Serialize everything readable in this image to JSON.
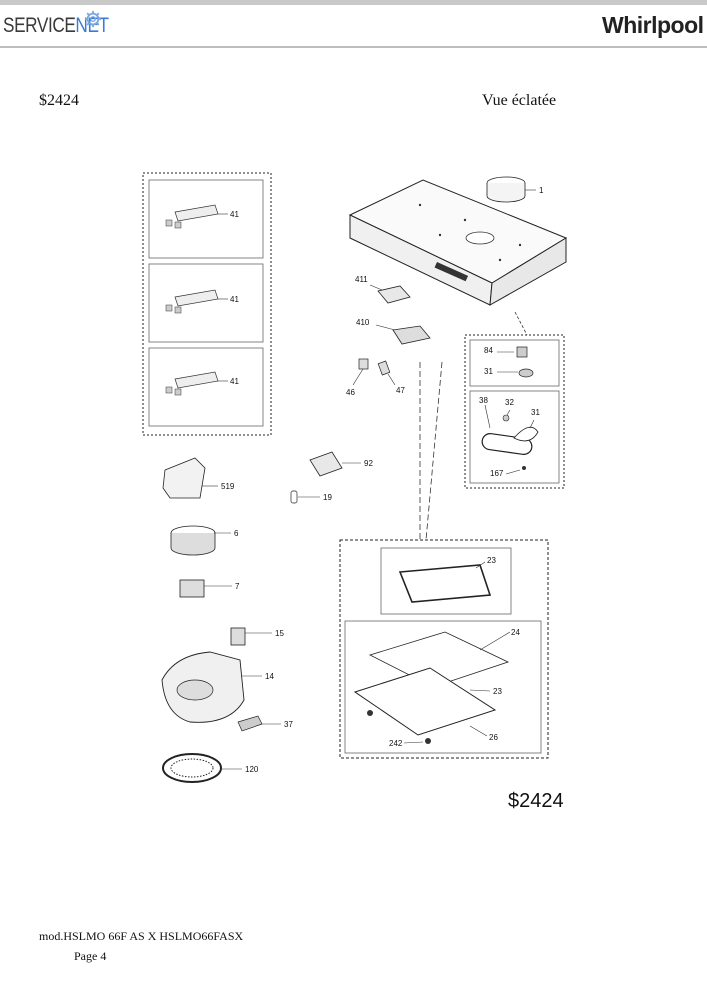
{
  "header": {
    "servicenet_prefix": "SERVICE",
    "servicenet_suffix": "NET",
    "whirlpool": "Whirlpool"
  },
  "document": {
    "model_top": "$2424",
    "view_title": "Vue éclatée",
    "model_big": "$2424",
    "footer_model": "mod.HSLMO 66F AS X HSLMO66FASX",
    "footer_page": "Page 4"
  },
  "parts": {
    "p1": "1",
    "p41a": "41",
    "p41b": "41",
    "p41c": "41",
    "p411": "411",
    "p410": "410",
    "p46": "46",
    "p47": "47",
    "p84": "84",
    "p31a": "31",
    "p38": "38",
    "p32": "32",
    "p31b": "31",
    "p167": "167",
    "p92": "92",
    "p519": "519",
    "p19": "19",
    "p6": "6",
    "p7": "7",
    "p23a": "23",
    "p24": "24",
    "p23b": "23",
    "p242": "242",
    "p26": "26",
    "p15": "15",
    "p14": "14",
    "p37": "37",
    "p120": "120"
  }
}
